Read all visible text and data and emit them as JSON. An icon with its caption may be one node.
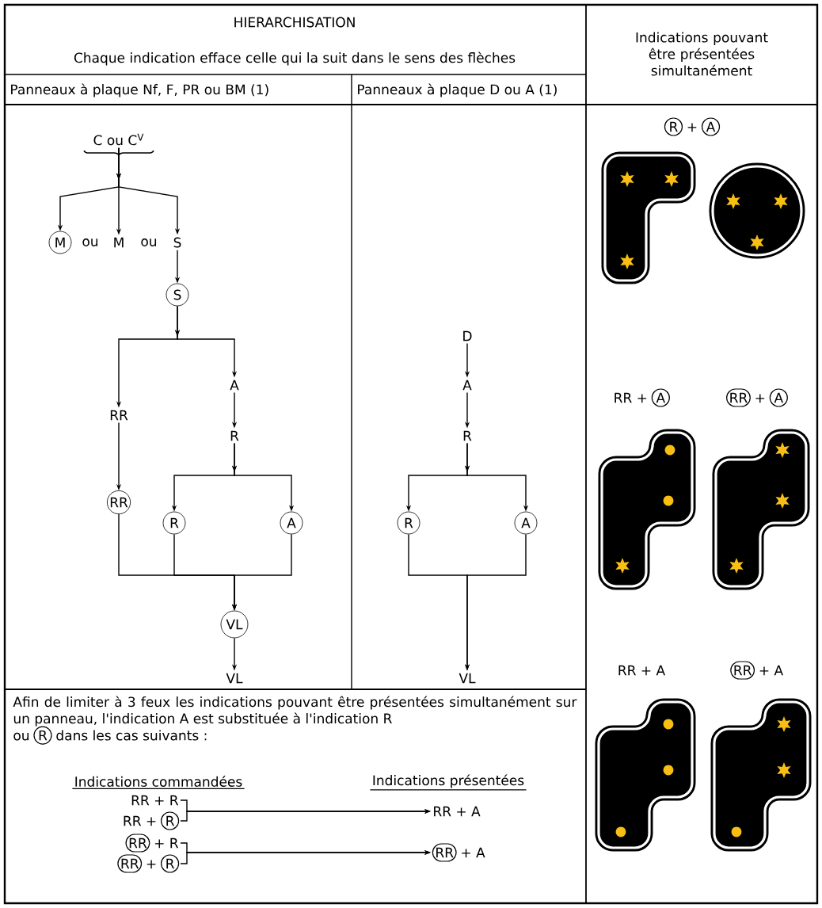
{
  "diagram": {
    "title": "HIERARCHISATION",
    "nodes": [
      {
        "text": [
          "C ou C$^{V}$"
        ]
      },
      {
        "text": [
          "M"
        ]
      },
      {
        "text": [
          "M"
        ]
      },
      {
        "text": [
          "S"
        ]
      },
      {
        "text": [
          "S"
        ]
      },
      {
        "text": [
          "RR"
        ]
      },
      {
        "text": [
          "A"
        ]
      },
      {
        "text": [
          "R"
        ]
      },
      {
        "text": [
          "RR"
        ]
      },
      {
        "text": [
          "R"
        ]
      },
      {
        "text": [
          "A"
        ]
      },
      {
        "text": [
          "VL"
        ]
      },
      {
        "text": [
          "VL"
        ]
      },
      {
        "text": [
          "D"
        ]
      },
      {
        "text": [
          "A"
        ]
      },
      {
        "text": [
          "R"
        ]
      },
      {
        "text": [
          "R"
        ]
      },
      {
        "text": [
          "A"
        ]
      },
      {
        "text": [
          "VL"
        ]
      },
      {
        "text": [
          "RR + R"
        ]
      },
      {
        "text": [
          "RR +",
          "R"
        ]
      },
      {
        "text": [
          "RR",
          "+ R"
        ]
      },
      {
        "text": [
          "RR",
          "+",
          "R"
        ]
      },
      {
        "text": [
          "RR + A"
        ]
      },
      {
        "text": [
          "RR",
          "+ A"
        ]
      },
      {
        "text": [
          "R",
          "+",
          "A"
        ]
      },
      {
        "text": [
          "RR +",
          "A"
        ]
      },
      {
        "text": [
          "RR",
          "+",
          "A"
        ]
      },
      {
        "text": [
          "RR + A"
        ]
      },
      {
        "text": [
          "RR",
          "+ A"
        ]
      },
      {
        "text": [
          "ou",
          "R",
          "dans les cas suivants :"
        ]
      }
    ],
    "edges": [
      {
        "from": 0,
        "to": 1,
        "arrow": "to"
      },
      {
        "from": 0,
        "to": 2,
        "arrow": "to"
      },
      {
        "from": 0,
        "to": 3,
        "arrow": "to"
      },
      {
        "from": 3,
        "to": 4,
        "arrow": "to"
      },
      {
        "from": 4,
        "to": 5,
        "arrow": "to"
      },
      {
        "from": 4,
        "to": 6,
        "arrow": "to"
      },
      {
        "from": 6,
        "to": 7,
        "arrow": "to"
      },
      {
        "from": 7,
        "to": 9,
        "arrow": "to"
      },
      {
        "from": 7,
        "to": 10,
        "arrow": "to"
      },
      {
        "from": 5,
        "to": 8,
        "arrow": "to"
      },
      {
        "from": 8,
        "to": 11,
        "arrow": "to"
      },
      {
        "from": 9,
        "to": 11,
        "arrow": "to"
      },
      {
        "from": 10,
        "to": 11,
        "arrow": "to"
      },
      {
        "from": 11,
        "to": 12,
        "arrow": "to"
      },
      {
        "from": 13,
        "to": 14,
        "arrow": "to"
      },
      {
        "from": 14,
        "to": 15,
        "arrow": "to"
      },
      {
        "from": 15,
        "to": 16,
        "arrow": "to"
      },
      {
        "from": 15,
        "to": 17,
        "arrow": "to"
      },
      {
        "from": 16,
        "to": 18,
        "arrow": "to"
      },
      {
        "from": 17,
        "to": 18,
        "arrow": "to"
      },
      {
        "from": 19,
        "to": 23,
        "arrow": "to"
      },
      {
        "from": 20,
        "to": 23,
        "arrow": "to"
      },
      {
        "from": 21,
        "to": 24,
        "arrow": "to"
      },
      {
        "from": 22,
        "to": 24,
        "arrow": "to"
      }
    ],
    "labels": [
      "Chaque indication efface celle qui la suit dans le sens des flèches",
      "Panneaux à plaque Nf, F, PR ou BM (1)",
      "Panneaux à plaque D ou A (1)",
      "Indications pouvant être présentées simultanément",
      "ou",
      "ou",
      "Afin de limiter à 3 feux les indications pouvant être présentées simultanément sur un panneau, l'indication A est substituée à l'indication R",
      "Indications commandées",
      "Indications présentées"
    ]
  }
}
